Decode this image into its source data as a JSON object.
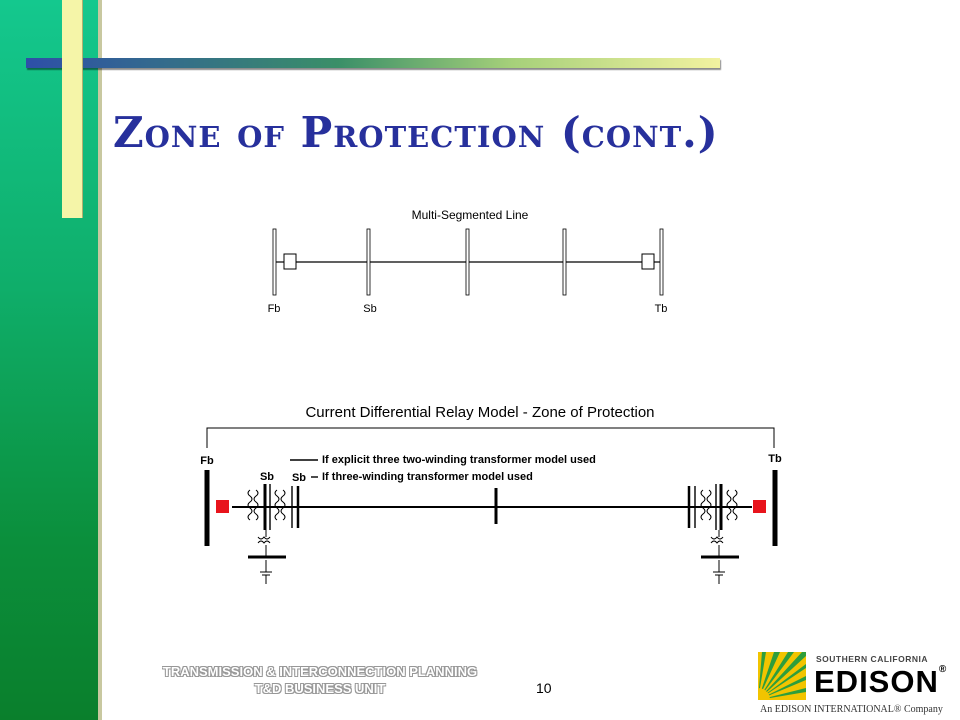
{
  "slide": {
    "title": "Zone of Protection (cont.)",
    "page_number": "10",
    "footer": {
      "line1": "TRANSMISSION & INTERCONNECTION PLANNING",
      "line2": "T&D BUSINESS UNIT"
    }
  },
  "diagram_top": {
    "title": "Multi-Segmented Line",
    "labels": [
      "Fb",
      "Sb",
      "Tb"
    ]
  },
  "diagram_bottom": {
    "title": "Current Differential Relay Model - Zone of Protection",
    "label_fb": "Fb",
    "label_tb": "Tb",
    "label_sb_upper": "Sb",
    "label_sb_lower": "Sb",
    "note_explicit": "If explicit three two-winding transformer model used",
    "note_three": "If three-winding transformer model used"
  },
  "logo": {
    "subtitle": "SOUTHERN CALIFORNIA",
    "name": "EDISON",
    "registered": "®",
    "tagline": "An EDISON INTERNATIONAL® Company"
  },
  "colors": {
    "title": "#27309c",
    "relay": "#e8141c",
    "sidebar": "#0fae6a",
    "logo_yellow": "#f2c400",
    "logo_green": "#2e9e3c"
  }
}
